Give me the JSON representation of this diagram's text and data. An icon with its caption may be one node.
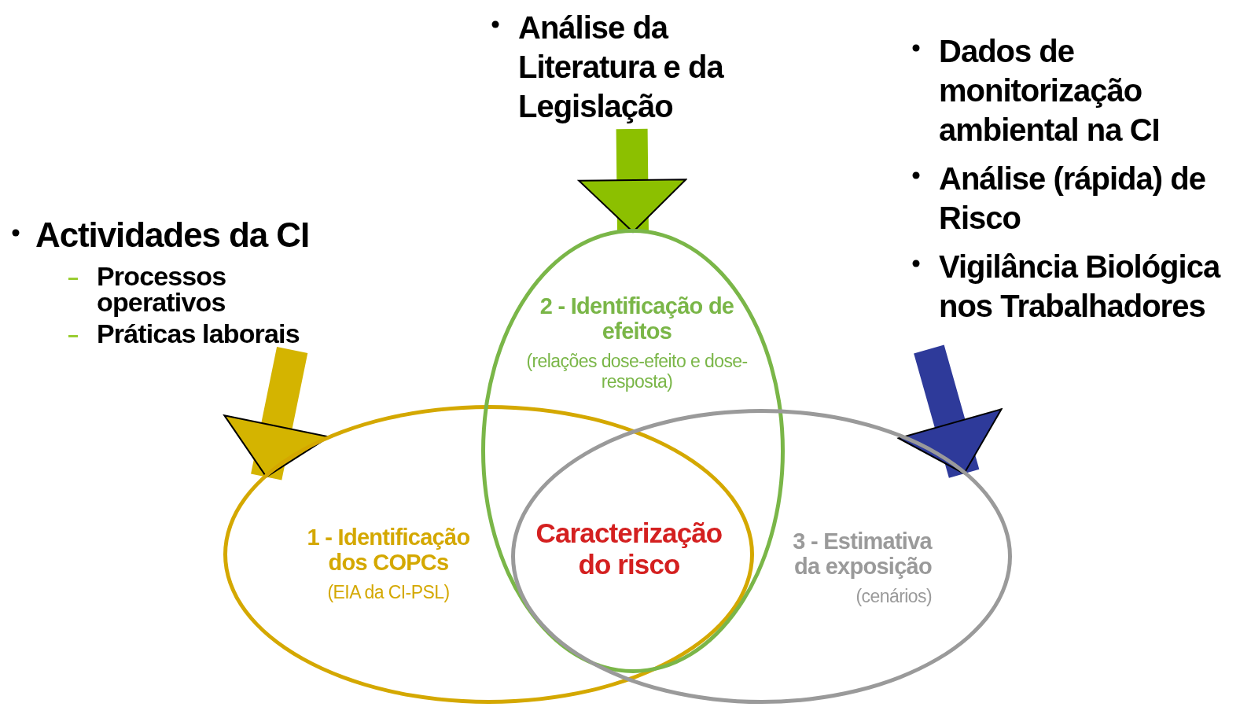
{
  "diagram": {
    "nodes": [
      {
        "text": [
          "Actividades da CI",
          "Processos operativos",
          "Práticas laborais"
        ]
      },
      {
        "text": [
          "Análise da Literatura e da Legislação"
        ]
      },
      {
        "text": [
          "Dados de monitorização ambiental na CI",
          "Análise (rápida) de Risco",
          "Vigilância Biológica nos Trabalhadores"
        ]
      },
      {
        "text": [
          "1 - Identificação dos COPCs",
          "(EIA da CI-PSL)"
        ]
      },
      {
        "text": [
          "2 - Identificação de efeitos",
          "(relações dose-efeito e dose-resposta)"
        ]
      },
      {
        "text": [
          "3 - Estimativa da exposição",
          "(cenários)"
        ]
      },
      {
        "text": [
          "Caracterização do risco"
        ]
      }
    ],
    "edges": [
      {
        "from": 0,
        "to": 3,
        "arrow": "to",
        "color": "#d4b400"
      },
      {
        "from": 1,
        "to": 4,
        "arrow": "to",
        "color": "#8cc000"
      },
      {
        "from": 2,
        "to": 5,
        "arrow": "to",
        "color": "#2e3a9a"
      }
    ]
  }
}
